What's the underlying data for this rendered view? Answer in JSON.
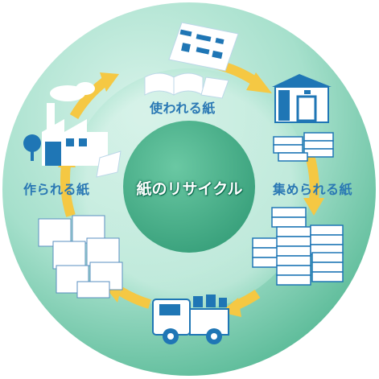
{
  "title": "紙のリサイクル",
  "steps": {
    "used": "使われる紙",
    "collected": "集められる紙",
    "made": "作られる紙"
  },
  "colors": {
    "ring_light": "#cdeee4",
    "ring_dark": "#5cbf9c",
    "center": "#4cb38c",
    "arrow": "#f5c843",
    "label": "#2a78b4",
    "icon_blue": "#1f76b5"
  },
  "icons": [
    "paper-icon",
    "open-book-icon",
    "warehouse-icon",
    "paper-bundle-icon",
    "truck-icon",
    "factory-icon",
    "tree-icon"
  ]
}
